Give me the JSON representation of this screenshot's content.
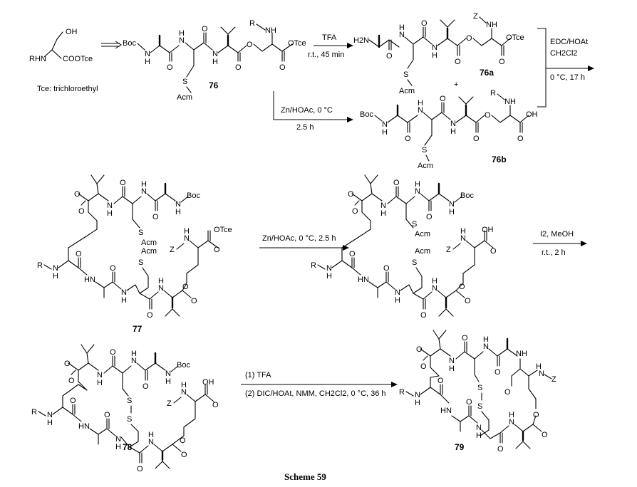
{
  "scheme": {
    "caption": "Scheme 59",
    "tce_note": "Tce: trichloroethyl",
    "compounds": {
      "c76": "76",
      "c76a": "76a",
      "c76b": "76b",
      "c77": "77",
      "c78": "78",
      "c79": "79"
    },
    "plus": "+",
    "conditions": {
      "tfa": "TFA",
      "tfa_time": "r.t., 45 min",
      "edc": "EDC/HOAt",
      "ch2cl2": "CH2Cl2",
      "edc_time": "0 °C, 17 h",
      "zn1": "Zn/HOAc, 0 °C",
      "zn1_time": "2.5 h",
      "zn2": "Zn/HOAc, 0 °C, 2.5 h",
      "i2": "I2, MeOH",
      "i2_time": "r.t., 2 h",
      "step1": "(1) TFA",
      "step2": "(2) DIC/HOAt, NMM, CH2Cl2, 0 °C, 36 h"
    },
    "atoms": {
      "oh": "OH",
      "rhn": "RHN",
      "cootce": "COOTce",
      "boc": "Boc",
      "h": "H",
      "n": "N",
      "o": "O",
      "s": "S",
      "acm": "Acm",
      "r": "R",
      "nh": "NH",
      "otce": "OTce",
      "h2n": "H2N",
      "z": "Z",
      "hn": "HN"
    }
  }
}
